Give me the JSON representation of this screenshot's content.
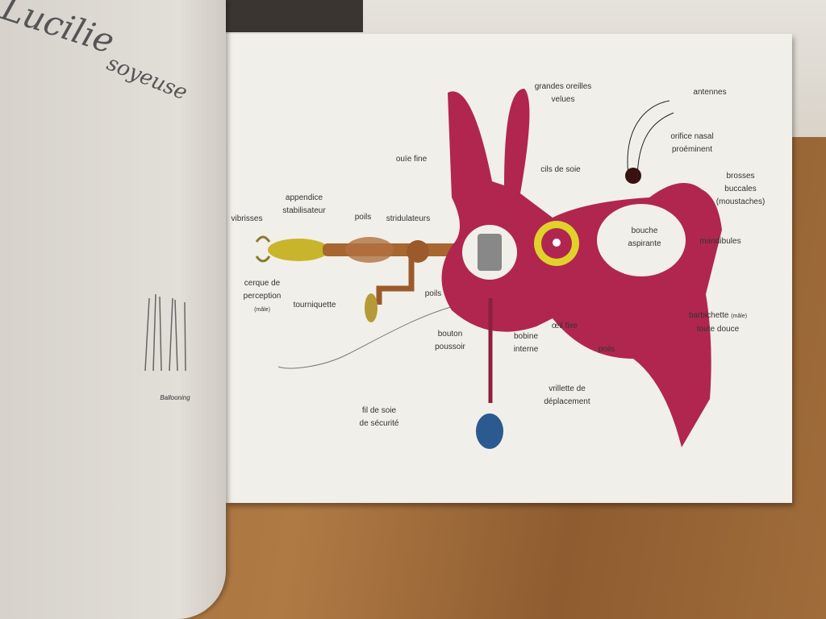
{
  "left_page": {
    "title_line1": "Lucilie",
    "title_line2": "soyeuse",
    "caption": "Ballooning"
  },
  "labels": {
    "ears": [
      "grandes oreilles",
      "velues"
    ],
    "antennae": "antennes",
    "nasal": [
      "orifice nasal",
      "proéminent"
    ],
    "brushes": [
      "brosses",
      "buccales",
      "(moustaches)"
    ],
    "hearing": "ouïe fine",
    "lashes": "cils de soie",
    "appendix": [
      "appendice",
      "stabilisateur"
    ],
    "vibrissae": "vibrisses",
    "hair1": "poils",
    "stridulators": "stridulateurs",
    "mouth": [
      "bouche",
      "aspirante"
    ],
    "mandibles": "mandibules",
    "cerque": [
      "cerque de",
      "perception",
      "(mâle)"
    ],
    "hair2": "poils",
    "crank": "tourniquette",
    "button": [
      "bouton",
      "poussoir"
    ],
    "bobbin": [
      "bobine",
      "interne"
    ],
    "eye": "œil fixe",
    "hair3": "poils",
    "goatee": [
      "barbichette",
      "(mâle)",
      "toute douce"
    ],
    "drill": [
      "vrillette de",
      "déplacement"
    ],
    "thread": [
      "fil de soie",
      "de sécurité"
    ]
  }
}
